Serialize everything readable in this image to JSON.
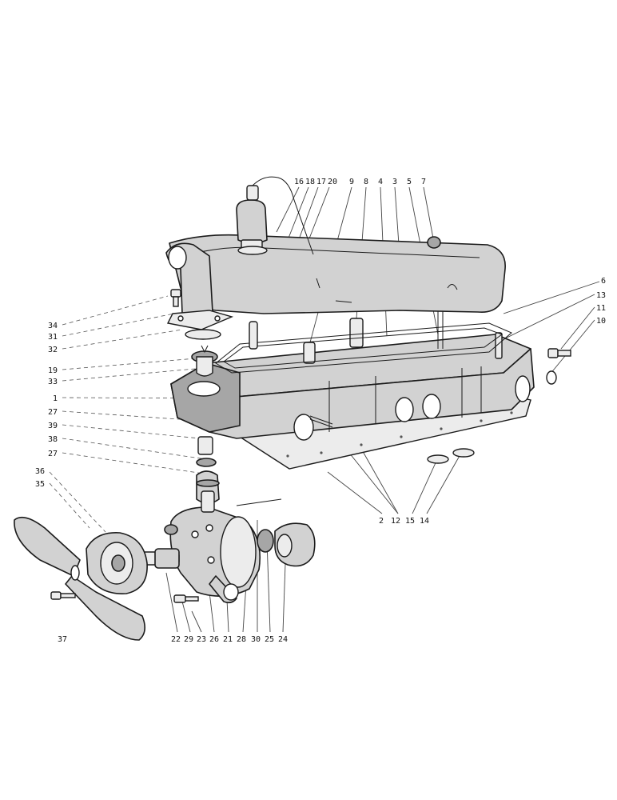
{
  "diagram": {
    "callouts_top": [
      "16",
      "18",
      "17",
      "20",
      "9",
      "8",
      "4",
      "3",
      "5",
      "7"
    ],
    "callouts_right": [
      "6",
      "13",
      "11",
      "10"
    ],
    "callouts_left": [
      "34",
      "31",
      "32",
      "19",
      "33",
      "1",
      "27",
      "39",
      "38",
      "27",
      "36",
      "35"
    ],
    "callouts_bottom_left": [
      "22",
      "29",
      "23",
      "26",
      "21",
      "28",
      "30",
      "25",
      "24"
    ],
    "callout_fan_bolt": "37",
    "callouts_bottom_right": [
      "2",
      "12",
      "15",
      "14"
    ],
    "line_color": "#1b1b1b",
    "part_fill": "#d2d2d2"
  }
}
